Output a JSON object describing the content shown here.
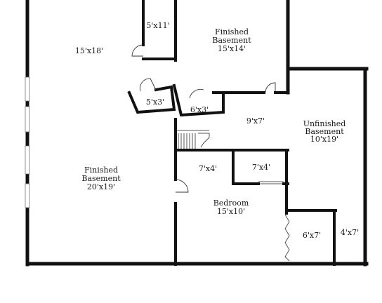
{
  "rooms": {
    "closet_top": {
      "line1": "5'x11'"
    },
    "finished_basement_top": {
      "line1": "Finished",
      "line2": "Basement",
      "line3": "15'x14'"
    },
    "left_top": {
      "line1": "15'x18'"
    },
    "closet_small": {
      "line1": "5'x3'"
    },
    "closet_6x3": {
      "line1": "6'x3'"
    },
    "hall": {
      "line1": "9'x7'"
    },
    "unfinished_basement": {
      "line1": "Unfinished",
      "line2": "Basement",
      "line3": "10'x19'"
    },
    "finished_basement_left": {
      "line1": "Finished",
      "line2": "Basement",
      "line3": "20'x19'"
    },
    "room_7x4_a": {
      "line1": "7'x4'"
    },
    "room_7x4_b": {
      "line1": "7'x4'"
    },
    "bedroom": {
      "line1": "Bedroom",
      "line2": "15'x10'"
    },
    "room_6x7": {
      "line1": "6'x7'"
    },
    "room_4x7": {
      "line1": "4'x7'"
    }
  }
}
